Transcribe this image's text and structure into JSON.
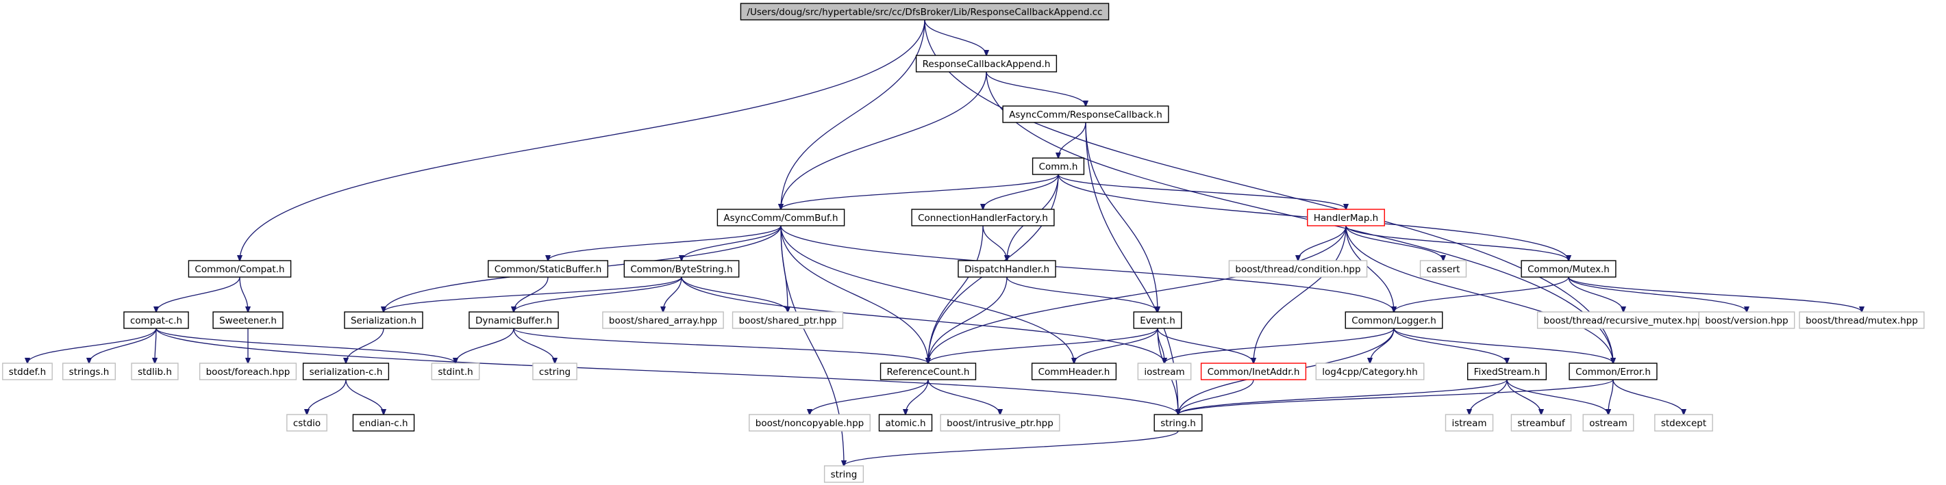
{
  "diagram": {
    "nodes": [
      {
        "id": "root",
        "label": "/Users/doug/src/hypertable/src/cc/DfsBroker/Lib/ResponseCallbackAppend.cc",
        "style": "root"
      },
      {
        "id": "rcaH",
        "label": "ResponseCallbackAppend.h",
        "style": "normal"
      },
      {
        "id": "rcH",
        "label": "AsyncComm/ResponseCallback.h",
        "style": "normal"
      },
      {
        "id": "commH",
        "label": "Comm.h",
        "style": "normal"
      },
      {
        "id": "commbuf",
        "label": "AsyncComm/CommBuf.h",
        "style": "normal"
      },
      {
        "id": "chf",
        "label": "ConnectionHandlerFactory.h",
        "style": "normal"
      },
      {
        "id": "hmap",
        "label": "HandlerMap.h",
        "style": "truncated"
      },
      {
        "id": "compat",
        "label": "Common/Compat.h",
        "style": "normal"
      },
      {
        "id": "sbuf",
        "label": "Common/StaticBuffer.h",
        "style": "normal"
      },
      {
        "id": "bstr",
        "label": "Common/ByteString.h",
        "style": "normal"
      },
      {
        "id": "dh",
        "label": "DispatchHandler.h",
        "style": "normal"
      },
      {
        "id": "cond",
        "label": "boost/thread/condition.hpp",
        "style": "external"
      },
      {
        "id": "cassert",
        "label": "cassert",
        "style": "external"
      },
      {
        "id": "mutex",
        "label": "Common/Mutex.h",
        "style": "normal"
      },
      {
        "id": "compatc",
        "label": "compat-c.h",
        "style": "normal"
      },
      {
        "id": "sweet",
        "label": "Sweetener.h",
        "style": "normal"
      },
      {
        "id": "ser",
        "label": "Serialization.h",
        "style": "normal"
      },
      {
        "id": "dbuf",
        "label": "DynamicBuffer.h",
        "style": "normal"
      },
      {
        "id": "bsa",
        "label": "boost/shared_array.hpp",
        "style": "external"
      },
      {
        "id": "bsp",
        "label": "boost/shared_ptr.hpp",
        "style": "external"
      },
      {
        "id": "event",
        "label": "Event.h",
        "style": "normal"
      },
      {
        "id": "logger",
        "label": "Common/Logger.h",
        "style": "normal"
      },
      {
        "id": "brm",
        "label": "boost/thread/recursive_mutex.hpp",
        "style": "external"
      },
      {
        "id": "bver",
        "label": "boost/version.hpp",
        "style": "external"
      },
      {
        "id": "btm",
        "label": "boost/thread/mutex.hpp",
        "style": "external"
      },
      {
        "id": "stddef",
        "label": "stddef.h",
        "style": "external"
      },
      {
        "id": "strings",
        "label": "strings.h",
        "style": "external"
      },
      {
        "id": "stdlib",
        "label": "stdlib.h",
        "style": "external"
      },
      {
        "id": "bforeach",
        "label": "boost/foreach.hpp",
        "style": "external"
      },
      {
        "id": "serc",
        "label": "serialization-c.h",
        "style": "normal"
      },
      {
        "id": "stdint",
        "label": "stdint.h",
        "style": "external"
      },
      {
        "id": "cstring",
        "label": "cstring",
        "style": "external"
      },
      {
        "id": "refcount",
        "label": "ReferenceCount.h",
        "style": "normal"
      },
      {
        "id": "cheader",
        "label": "CommHeader.h",
        "style": "normal"
      },
      {
        "id": "iostream",
        "label": "iostream",
        "style": "external"
      },
      {
        "id": "inetaddr",
        "label": "Common/InetAddr.h",
        "style": "truncated"
      },
      {
        "id": "log4cpp",
        "label": "log4cpp/Category.hh",
        "style": "external"
      },
      {
        "id": "fstream",
        "label": "FixedStream.h",
        "style": "normal"
      },
      {
        "id": "err",
        "label": "Common/Error.h",
        "style": "normal"
      },
      {
        "id": "cstdio",
        "label": "cstdio",
        "style": "external"
      },
      {
        "id": "endianc",
        "label": "endian-c.h",
        "style": "normal"
      },
      {
        "id": "bnc",
        "label": "boost/noncopyable.hpp",
        "style": "external"
      },
      {
        "id": "atomic",
        "label": "atomic.h",
        "style": "normal"
      },
      {
        "id": "bip",
        "label": "boost/intrusive_ptr.hpp",
        "style": "external"
      },
      {
        "id": "stringh",
        "label": "string.h",
        "style": "normal"
      },
      {
        "id": "istream",
        "label": "istream",
        "style": "external"
      },
      {
        "id": "streambuf",
        "label": "streambuf",
        "style": "external"
      },
      {
        "id": "ostream",
        "label": "ostream",
        "style": "external"
      },
      {
        "id": "stdexcept",
        "label": "stdexcept",
        "style": "external"
      },
      {
        "id": "string",
        "label": "string",
        "style": "external"
      }
    ],
    "edges": [
      [
        "root",
        "rcaH"
      ],
      [
        "root",
        "commbuf"
      ],
      [
        "root",
        "compat"
      ],
      [
        "root",
        "err"
      ],
      [
        "rcaH",
        "rcH"
      ],
      [
        "rcaH",
        "commbuf"
      ],
      [
        "rcaH",
        "err"
      ],
      [
        "rcH",
        "commH"
      ],
      [
        "rcH",
        "event"
      ],
      [
        "rcH",
        "stringh"
      ],
      [
        "commH",
        "commbuf"
      ],
      [
        "commH",
        "chf"
      ],
      [
        "commH",
        "hmap"
      ],
      [
        "commH",
        "dh"
      ],
      [
        "commH",
        "refcount"
      ],
      [
        "commH",
        "mutex"
      ],
      [
        "commbuf",
        "ser"
      ],
      [
        "commbuf",
        "sbuf"
      ],
      [
        "commbuf",
        "bstr"
      ],
      [
        "commbuf",
        "bsp"
      ],
      [
        "commbuf",
        "logger"
      ],
      [
        "commbuf",
        "refcount"
      ],
      [
        "commbuf",
        "cheader"
      ],
      [
        "commbuf",
        "string"
      ],
      [
        "chf",
        "dh"
      ],
      [
        "chf",
        "refcount"
      ],
      [
        "hmap",
        "cond"
      ],
      [
        "hmap",
        "cassert"
      ],
      [
        "hmap",
        "mutex"
      ],
      [
        "hmap",
        "logger"
      ],
      [
        "hmap",
        "inetaddr"
      ],
      [
        "hmap",
        "refcount"
      ],
      [
        "hmap",
        "err"
      ],
      [
        "compat",
        "compatc"
      ],
      [
        "compat",
        "sweet"
      ],
      [
        "sbuf",
        "dbuf"
      ],
      [
        "bstr",
        "ser"
      ],
      [
        "bstr",
        "dbuf"
      ],
      [
        "bstr",
        "bsa"
      ],
      [
        "bstr",
        "bsp"
      ],
      [
        "bstr",
        "iostream"
      ],
      [
        "dh",
        "event"
      ],
      [
        "dh",
        "refcount"
      ],
      [
        "mutex",
        "logger"
      ],
      [
        "mutex",
        "brm"
      ],
      [
        "mutex",
        "bver"
      ],
      [
        "mutex",
        "btm"
      ],
      [
        "compatc",
        "stddef"
      ],
      [
        "compatc",
        "strings"
      ],
      [
        "compatc",
        "stdlib"
      ],
      [
        "compatc",
        "stdint"
      ],
      [
        "compatc",
        "stringh"
      ],
      [
        "sweet",
        "bforeach"
      ],
      [
        "ser",
        "serc"
      ],
      [
        "dbuf",
        "stdint"
      ],
      [
        "dbuf",
        "cstring"
      ],
      [
        "dbuf",
        "refcount"
      ],
      [
        "event",
        "refcount"
      ],
      [
        "event",
        "cheader"
      ],
      [
        "event",
        "iostream"
      ],
      [
        "event",
        "inetaddr"
      ],
      [
        "event",
        "stringh"
      ],
      [
        "logger",
        "iostream"
      ],
      [
        "logger",
        "log4cpp"
      ],
      [
        "logger",
        "fstream"
      ],
      [
        "logger",
        "err"
      ],
      [
        "logger",
        "stringh"
      ],
      [
        "serc",
        "cstdio"
      ],
      [
        "serc",
        "endianc"
      ],
      [
        "refcount",
        "bnc"
      ],
      [
        "refcount",
        "atomic"
      ],
      [
        "refcount",
        "bip"
      ],
      [
        "inetaddr",
        "stringh"
      ],
      [
        "fstream",
        "istream"
      ],
      [
        "fstream",
        "streambuf"
      ],
      [
        "fstream",
        "ostream"
      ],
      [
        "fstream",
        "stringh"
      ],
      [
        "err",
        "ostream"
      ],
      [
        "err",
        "stdexcept"
      ],
      [
        "err",
        "stringh"
      ],
      [
        "stringh",
        "string"
      ]
    ]
  },
  "colors": {
    "edge": "#191970",
    "root_fill": "#bfbfbf",
    "normal_border": "#000000",
    "truncated_border": "#ff0000",
    "external_border": "#bfbfbf"
  }
}
